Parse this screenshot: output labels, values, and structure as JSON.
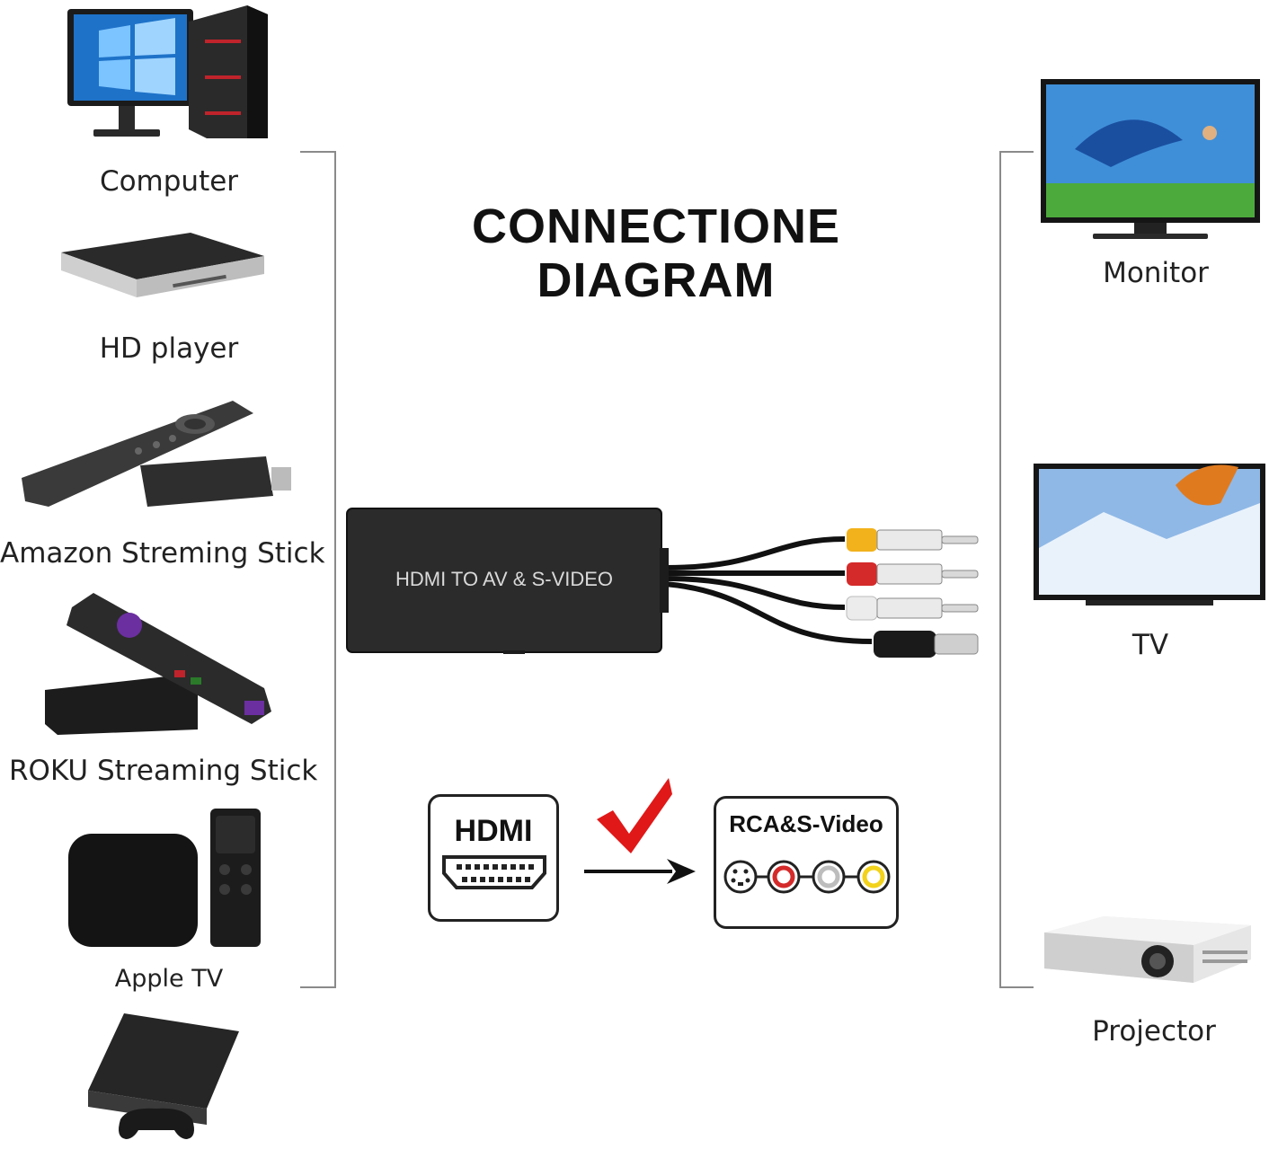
{
  "title": {
    "line1": "CONNECTIONE",
    "line2": "DIAGRAM"
  },
  "sources": [
    {
      "label": "Computer",
      "icon": "computer-icon"
    },
    {
      "label": "HD player",
      "icon": "hd-player-icon"
    },
    {
      "label": "Amazon Streming Stick",
      "icon": "amazon-stick-icon"
    },
    {
      "label": "ROKU Streaming Stick",
      "icon": "roku-stick-icon"
    },
    {
      "label": "Apple TV",
      "icon": "apple-tv-icon"
    },
    {
      "label": "",
      "icon": "game-console-icon"
    }
  ],
  "outputs": [
    {
      "label": "Monitor",
      "icon": "monitor-icon"
    },
    {
      "label": "TV",
      "icon": "tv-icon"
    },
    {
      "label": "Projector",
      "icon": "projector-icon"
    }
  ],
  "converter": {
    "label": "HDMI TO AV & S-VIDEO"
  },
  "signal": {
    "input": "HDMI",
    "output": "RCA&S-Video"
  },
  "colors": {
    "rca_yellow": "#f2b21b",
    "rca_red": "#d42a2a",
    "rca_white": "#ececec",
    "svideo_black": "#1a1a1a",
    "check_red": "#e01818",
    "device_body": "#2b2b2b"
  }
}
